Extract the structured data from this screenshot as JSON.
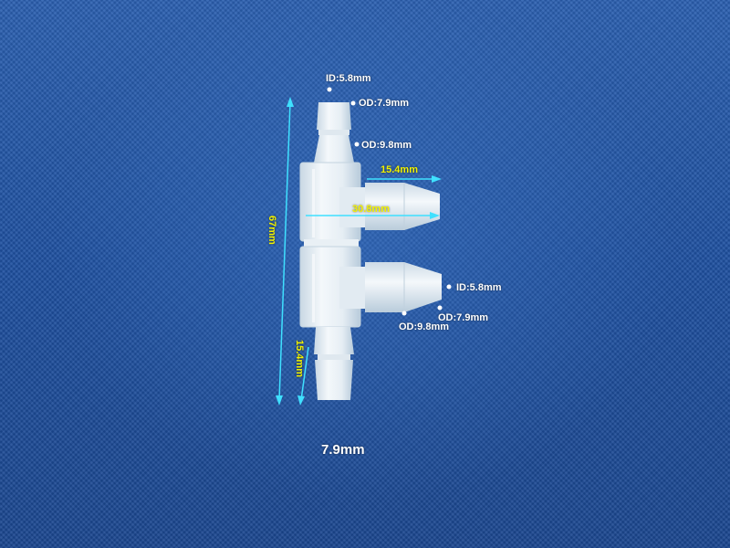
{
  "labels": {
    "top_id": "ID:5.8mm",
    "top_od_small": "OD:7.9mm",
    "top_od_large": "OD:9.8mm",
    "branch_length": "15.4mm",
    "body_width": "30.8mm",
    "total_height": "67mm",
    "right_id": "ID:5.8mm",
    "right_od_small": "OD:7.9mm",
    "right_od_large": "OD:9.8mm",
    "bottom_length": "15.4mm"
  },
  "caption": "7.9mm",
  "colors": {
    "background": "#1f4f9c",
    "dimension_line": "#3fe0ff",
    "dimension_text": "#f2f200",
    "note_text": "#ffffff",
    "part": "#e8f0f4"
  }
}
